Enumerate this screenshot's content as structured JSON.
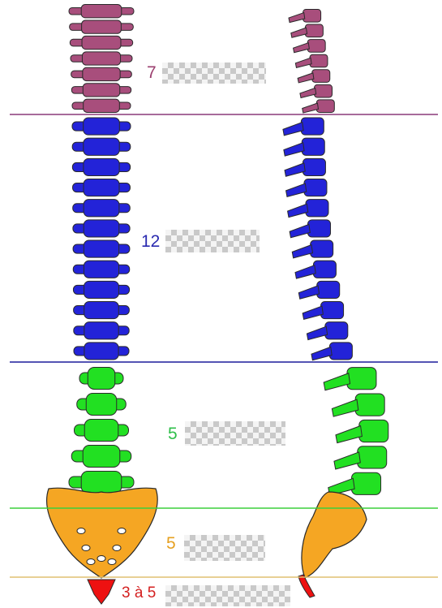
{
  "regions": [
    {
      "id": "cervical",
      "count": "7",
      "color": "#9b3e6e",
      "fill": "#a84e7c"
    },
    {
      "id": "thoracic",
      "count": "12",
      "color": "#2a2ab0",
      "fill": "#2323d8"
    },
    {
      "id": "lumbar",
      "count": "5",
      "color": "#2fbf4a",
      "fill": "#22e022"
    },
    {
      "id": "sacral",
      "count": "5",
      "color": "#e6a020",
      "fill": "#f5a623"
    },
    {
      "id": "coccygeal",
      "count": "3 à 5",
      "color": "#d42020",
      "fill": "#ee1111"
    }
  ],
  "divider_colors": [
    "#8a3a7a",
    "#1c1c9c",
    "#3ccf3c",
    "#e0c070"
  ]
}
